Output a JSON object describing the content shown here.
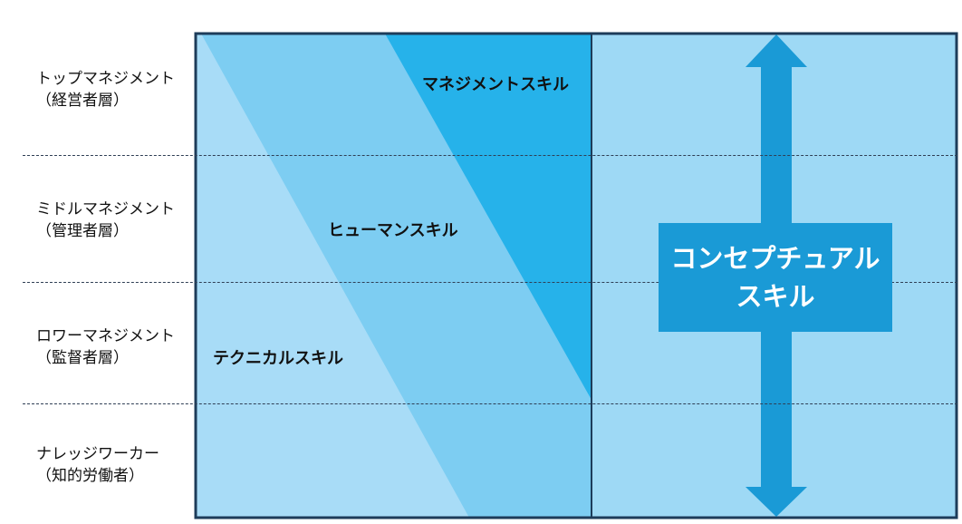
{
  "levels": [
    {
      "title": "トップマネジメント",
      "subtitle": "（経営者層）"
    },
    {
      "title": "ミドルマネジメント",
      "subtitle": "（管理者層）"
    },
    {
      "title": "ロワーマネジメント",
      "subtitle": "（監督者層）"
    },
    {
      "title": "ナレッジワーカー",
      "subtitle": "（知的労働者）"
    }
  ],
  "skills": {
    "management": "マネジメントスキル",
    "human": "ヒューマンスキル",
    "technical": "テクニカルスキル"
  },
  "conceptual": {
    "line1": "コンセプチュアル",
    "line2": "スキル"
  },
  "colors": {
    "technical_fill": "#a8dcf7",
    "human_fill": "#7dcdf2",
    "management_fill": "#26b2ea",
    "conceptual_fill": "#9ed9f5",
    "arrow": "#1a9ad6",
    "frame": "#1d3c5a"
  }
}
